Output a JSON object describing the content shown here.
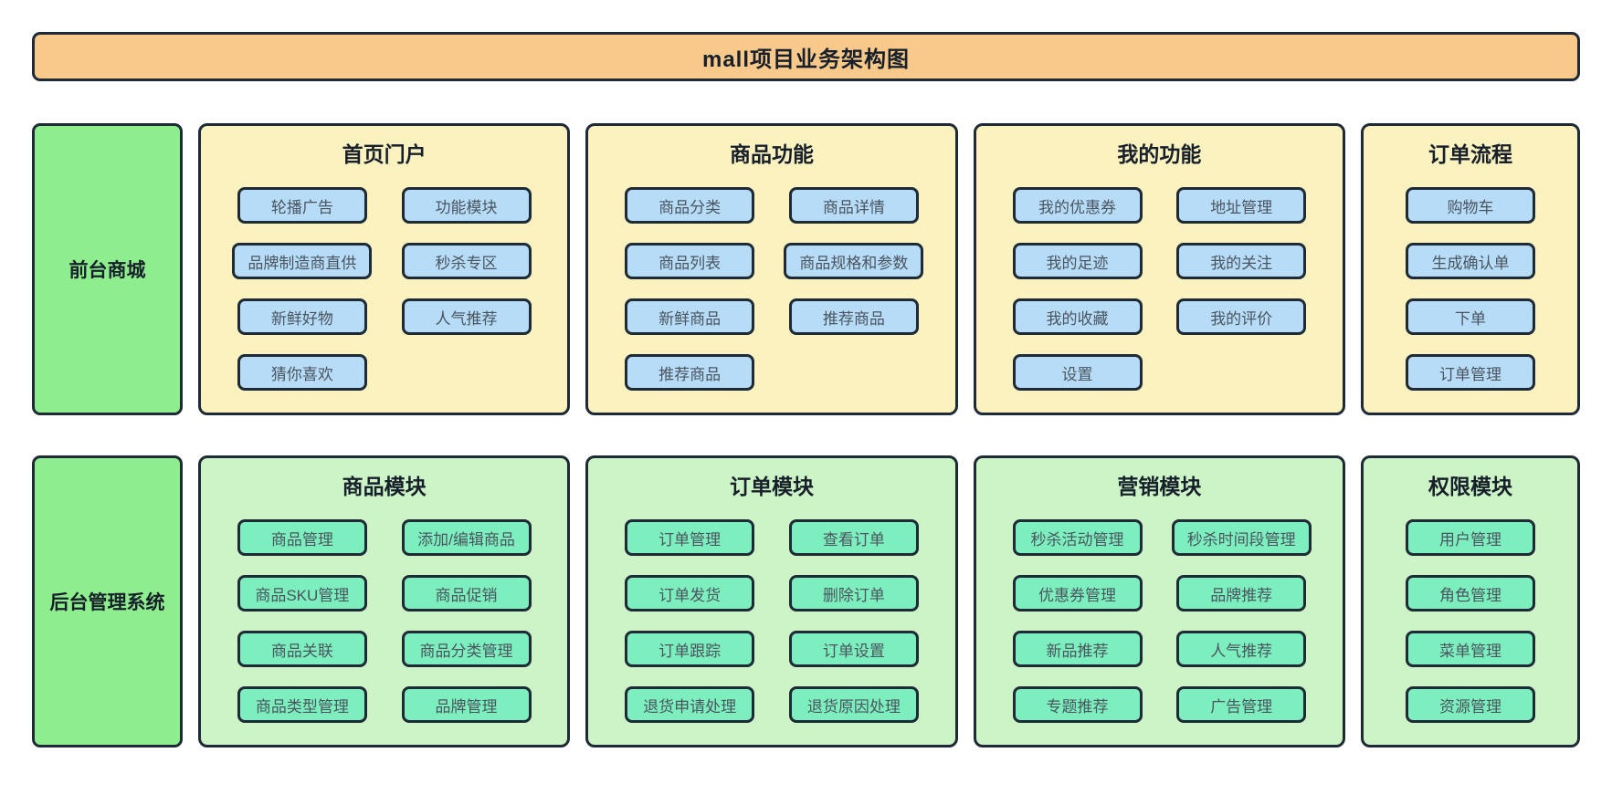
{
  "title": "mall项目业务架构图",
  "colors": {
    "border": "#1e2a35",
    "title_bg": "#f9c98c",
    "label_bg": "#8eee8e",
    "front_section_bg": "#fbf2c0",
    "front_node_bg": "#b7dcf7",
    "back_section_bg": "#ccf4c6",
    "back_node_bg": "#7defbe",
    "heading_text": "#17202a",
    "node_text": "#4a5560"
  },
  "rows": [
    {
      "name": "frontend-mall",
      "theme": "front",
      "label": "前台商城",
      "sections": [
        {
          "name": "home-portal",
          "title": "首页门户",
          "layout": "two-col",
          "buttons": [
            "轮播广告",
            "功能模块",
            "品牌制造商直供",
            "秒杀专区",
            "新鲜好物",
            "人气推荐",
            "猜你喜欢"
          ]
        },
        {
          "name": "product-features",
          "title": "商品功能",
          "layout": "two-col",
          "buttons": [
            "商品分类",
            "商品详情",
            "商品列表",
            "商品规格和参数",
            "新鲜商品",
            "推荐商品",
            "推荐商品"
          ]
        },
        {
          "name": "my-features",
          "title": "我的功能",
          "layout": "two-col",
          "buttons": [
            "我的优惠券",
            "地址管理",
            "我的足迹",
            "我的关注",
            "我的收藏",
            "我的评价",
            "设置"
          ]
        },
        {
          "name": "order-flow",
          "title": "订单流程",
          "layout": "one-col",
          "buttons": [
            "购物车",
            "生成确认单",
            "下单",
            "订单管理"
          ]
        }
      ]
    },
    {
      "name": "backend-admin",
      "theme": "back",
      "label": "后台管理系统",
      "sections": [
        {
          "name": "product-module",
          "title": "商品模块",
          "layout": "two-col",
          "buttons": [
            "商品管理",
            "添加/编辑商品",
            "商品SKU管理",
            "商品促销",
            "商品关联",
            "商品分类管理",
            "商品类型管理",
            "品牌管理"
          ]
        },
        {
          "name": "order-module",
          "title": "订单模块",
          "layout": "two-col",
          "buttons": [
            "订单管理",
            "查看订单",
            "订单发货",
            "删除订单",
            "订单跟踪",
            "订单设置",
            "退货申请处理",
            "退货原因处理"
          ]
        },
        {
          "name": "marketing-module",
          "title": "营销模块",
          "layout": "two-col",
          "buttons": [
            "秒杀活动管理",
            "秒杀时间段管理",
            "优惠券管理",
            "品牌推荐",
            "新品推荐",
            "人气推荐",
            "专题推荐",
            "广告管理"
          ]
        },
        {
          "name": "permission-module",
          "title": "权限模块",
          "layout": "one-col",
          "buttons": [
            "用户管理",
            "角色管理",
            "菜单管理",
            "资源管理"
          ]
        }
      ]
    }
  ]
}
